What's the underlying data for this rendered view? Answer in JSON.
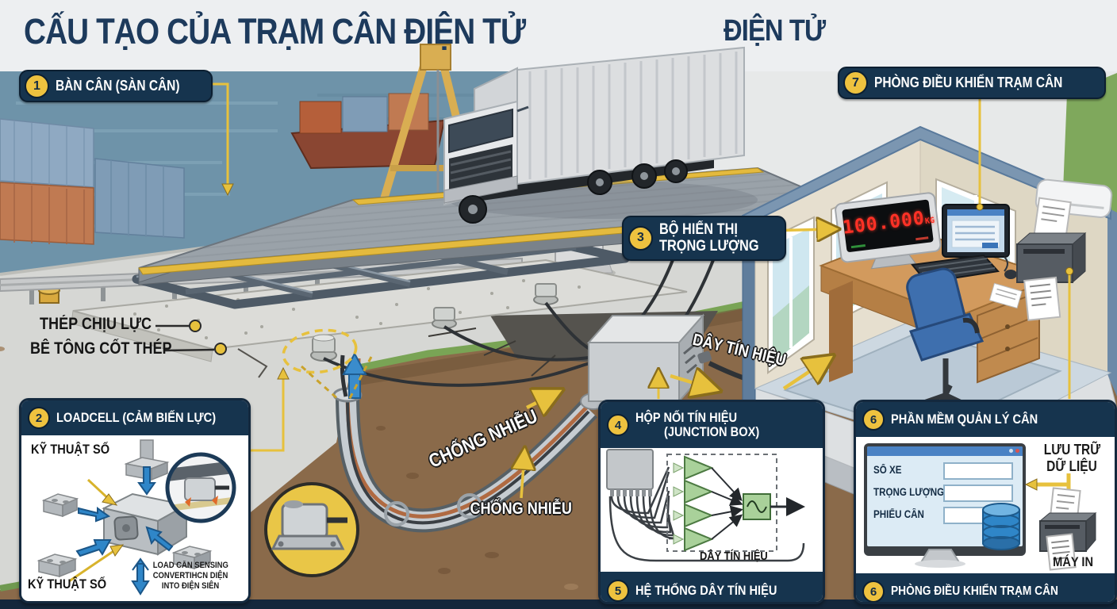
{
  "title": "CẤU TẠO CỦA TRẠM CÂN ĐIỆN TỬ",
  "title_right": "ĐIỆN TỬ",
  "labels": {
    "l1": {
      "num": "1",
      "text": "BÀN CÂN (SÀN CÂN)"
    },
    "l2": {
      "num": "2",
      "text": "LOADCELL (CẢM BIẾN LỰC)"
    },
    "l3": {
      "num": "3",
      "line1": "BỘ HIỂN THỊ",
      "line2": "TRỌNG LƯỢNG"
    },
    "l4": {
      "num": "4",
      "line1": "HỘP NỐI TÍN HIỆU",
      "line2": "(JUNCTION BOX)"
    },
    "l5": {
      "num": "5",
      "text": "HỆ THỐNG DÂY TÍN HIỆU"
    },
    "l6": {
      "num": "6",
      "text": "PHẦN MỀM QUẢN LÝ CÂN"
    },
    "l6b": {
      "num": "6",
      "text": "PHÒNG ĐIỀU KHIỂN TRẠM CÂN"
    },
    "l7": {
      "num": "7",
      "text": "PHÒNG ĐIỀU KHIỂN TRẠM CÂN"
    }
  },
  "annotations": {
    "steel": "THÉP CHỊU LỰC",
    "concrete": "BÊ TÔNG CỐT THÉP",
    "shield1": "CHỐNG NHIỄU",
    "shield2": "CHỐNG NHIỄU",
    "signal_cable": "DÂY TÍN HIỆU"
  },
  "loadcell_box": {
    "digital_top": "KỸ THUẬT SỐ",
    "digital_bottom": "KỸ THUẬT SỐ",
    "caption_line1": "LOAD CĀN SENSING",
    "caption_line2": "CONVERTIHCN DIỆN",
    "caption_line3": "INTO ĐIỆN SIÊN"
  },
  "junction_box": {
    "wiring_label": "DÂY TÍN HIỆU"
  },
  "software": {
    "field1": "SỐ XE",
    "field2": "TRỌNG LƯỢNG",
    "field3": "PHIẾU CÂN",
    "storage_line1": "LƯU TRỮ",
    "storage_line2": "DỮ LIỆU",
    "printer_label": "MÁY IN"
  },
  "indicator": {
    "value": "100.000",
    "unit": "KG"
  },
  "colors": {
    "accent_navy": "#16344e",
    "accent_yellow": "#eec23f"
  }
}
